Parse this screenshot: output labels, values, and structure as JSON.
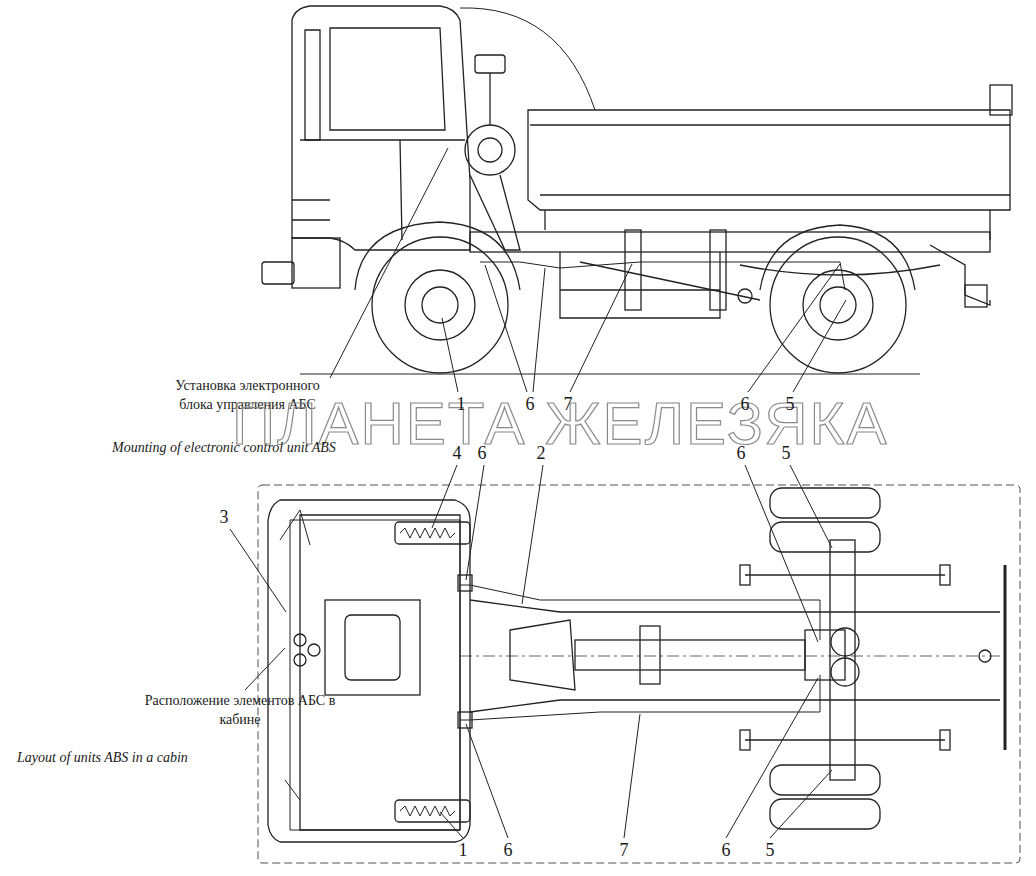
{
  "diagram": {
    "labels": [
      "Установка электронного блока управления АБС",
      "1",
      "6",
      "7",
      "6",
      "5",
      "ПЛАНЕТА ЖЕЛЕЗЯКА",
      "Mounting of electronic control unit ABS",
      "4",
      "6",
      "2",
      "6",
      "5",
      "3",
      "Расположение элементов АБС в кабине",
      "Layout of units ABS in a cabin",
      "1",
      "6",
      "7",
      "6",
      "5"
    ]
  }
}
